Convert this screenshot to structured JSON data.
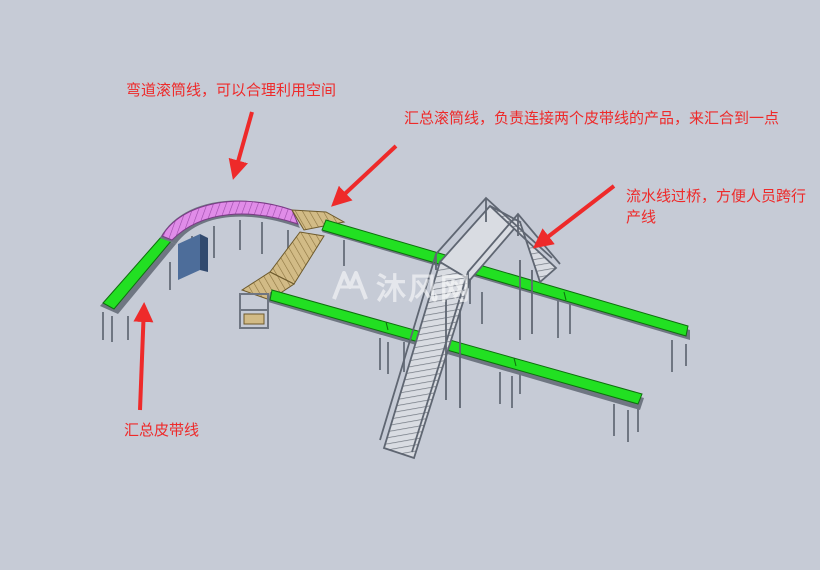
{
  "labels": {
    "curve": "弯道滚筒线，可以合理利用空间",
    "merge": "汇总滚筒线，负责连接两个皮带线的产品，来汇合到一点",
    "bridge": "流水线过桥，方便人员跨行产线",
    "belt": "汇总皮带线"
  },
  "watermark": {
    "text": "沐风网"
  },
  "colors": {
    "background": "#c6cbd6",
    "belt": "#22e022",
    "curve_roller": "#e08ce8",
    "frame": "#7f8691",
    "annotation": "#ee2a2a",
    "roller_tan": "#c8b078",
    "cabinet": "#4d6d9a"
  }
}
